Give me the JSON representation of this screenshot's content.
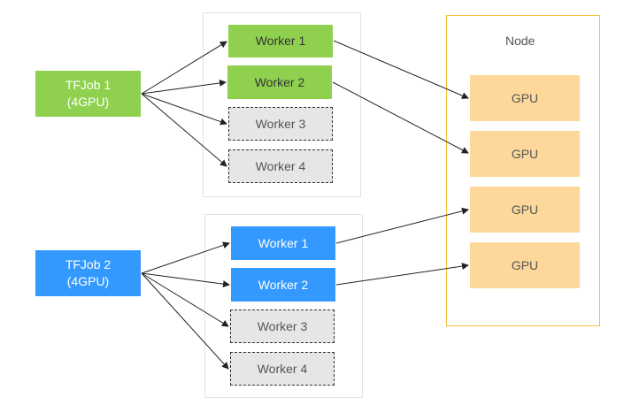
{
  "jobs": [
    {
      "label": "TFJob 1\n(4GPU)"
    },
    {
      "label": "TFJob 2\n(4GPU)"
    }
  ],
  "job1_workers": [
    "Worker 1",
    "Worker 2",
    "Worker 3",
    "Worker 4"
  ],
  "job2_workers": [
    "Worker 1",
    "Worker 2",
    "Worker 3",
    "Worker 4"
  ],
  "node": {
    "title": "Node",
    "gpus": [
      "GPU",
      "GPU",
      "GPU",
      "GPU"
    ]
  }
}
